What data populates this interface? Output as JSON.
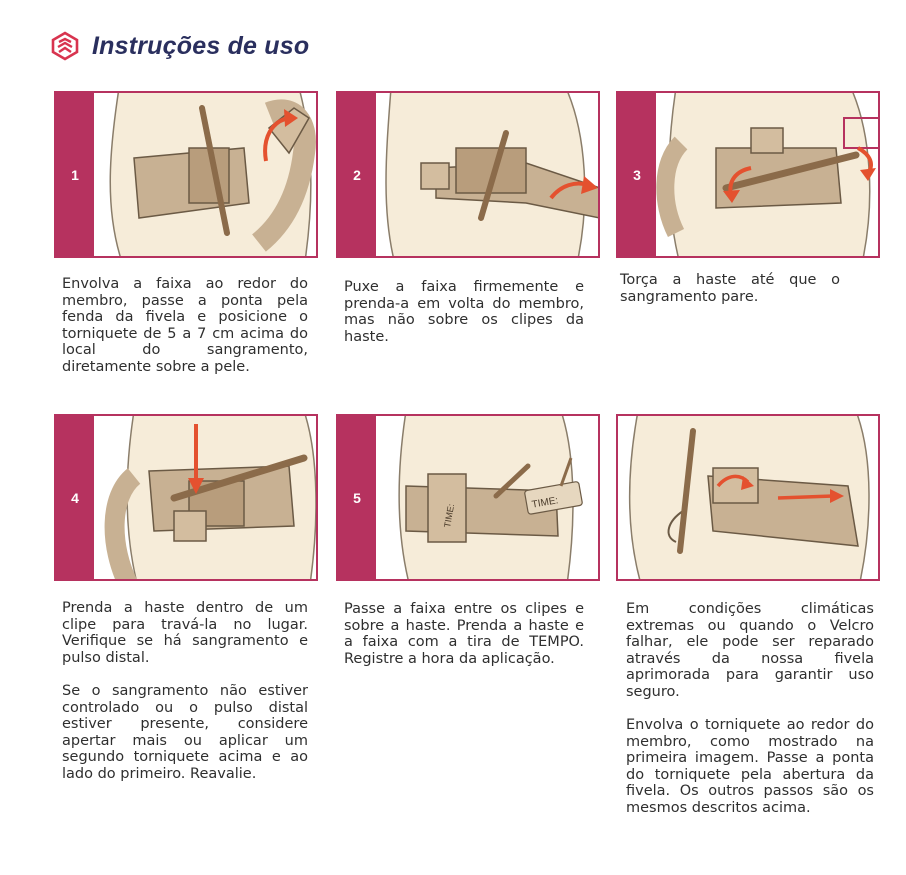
{
  "header": {
    "title": "Instruções de uso",
    "logo_icon": "brand-logo-icon"
  },
  "colors": {
    "accent": "#b6325f",
    "title": "#2a2f5e",
    "skin": "#f6ecd9",
    "strap": "#c8b193",
    "rod": "#8b6b4a",
    "arrow": "#e4512f"
  },
  "steps": [
    {
      "number": "1",
      "paragraphs": [
        "Envolva a faixa ao redor do membro, passe a ponta pela fenda da fivela e posicione o torniquete de 5 a 7 cm acima do local do sangramento, diretamente sobre a pele."
      ]
    },
    {
      "number": "2",
      "paragraphs": [
        "Puxe a faixa firmemente e prenda-a em volta do membro, mas não sobre os clipes da haste."
      ]
    },
    {
      "number": "3",
      "paragraphs": [
        "Torça a haste até que o sangramento pare."
      ]
    },
    {
      "number": "4",
      "paragraphs": [
        "Prenda a haste dentro de um clipe para travá-la no lugar. Verifique se há sangramento e pulso distal.",
        "Se o sangramento não estiver controlado ou o pulso distal estiver presente, considere apertar mais ou aplicar um segundo torniquete acima e ao lado do primeiro. Reavalie."
      ]
    },
    {
      "number": "5",
      "time_label": "TIME:",
      "time_tag": "TIME:",
      "paragraphs": [
        "Passe a faixa entre os clipes e sobre a haste. Prenda a haste e a faixa com a tira de TEMPO. Registre a hora da aplicação."
      ]
    },
    {
      "number": "",
      "paragraphs": [
        "Em condições climáticas extremas ou quando o Velcro falhar, ele pode ser reparado através da nossa fivela aprimorada para garantir uso seguro.",
        "Envolva o torniquete ao redor do membro, como mostrado na primeira imagem. Passe a ponta do torniquete pela abertura da fivela. Os outros passos são os mesmos descritos acima."
      ]
    }
  ]
}
